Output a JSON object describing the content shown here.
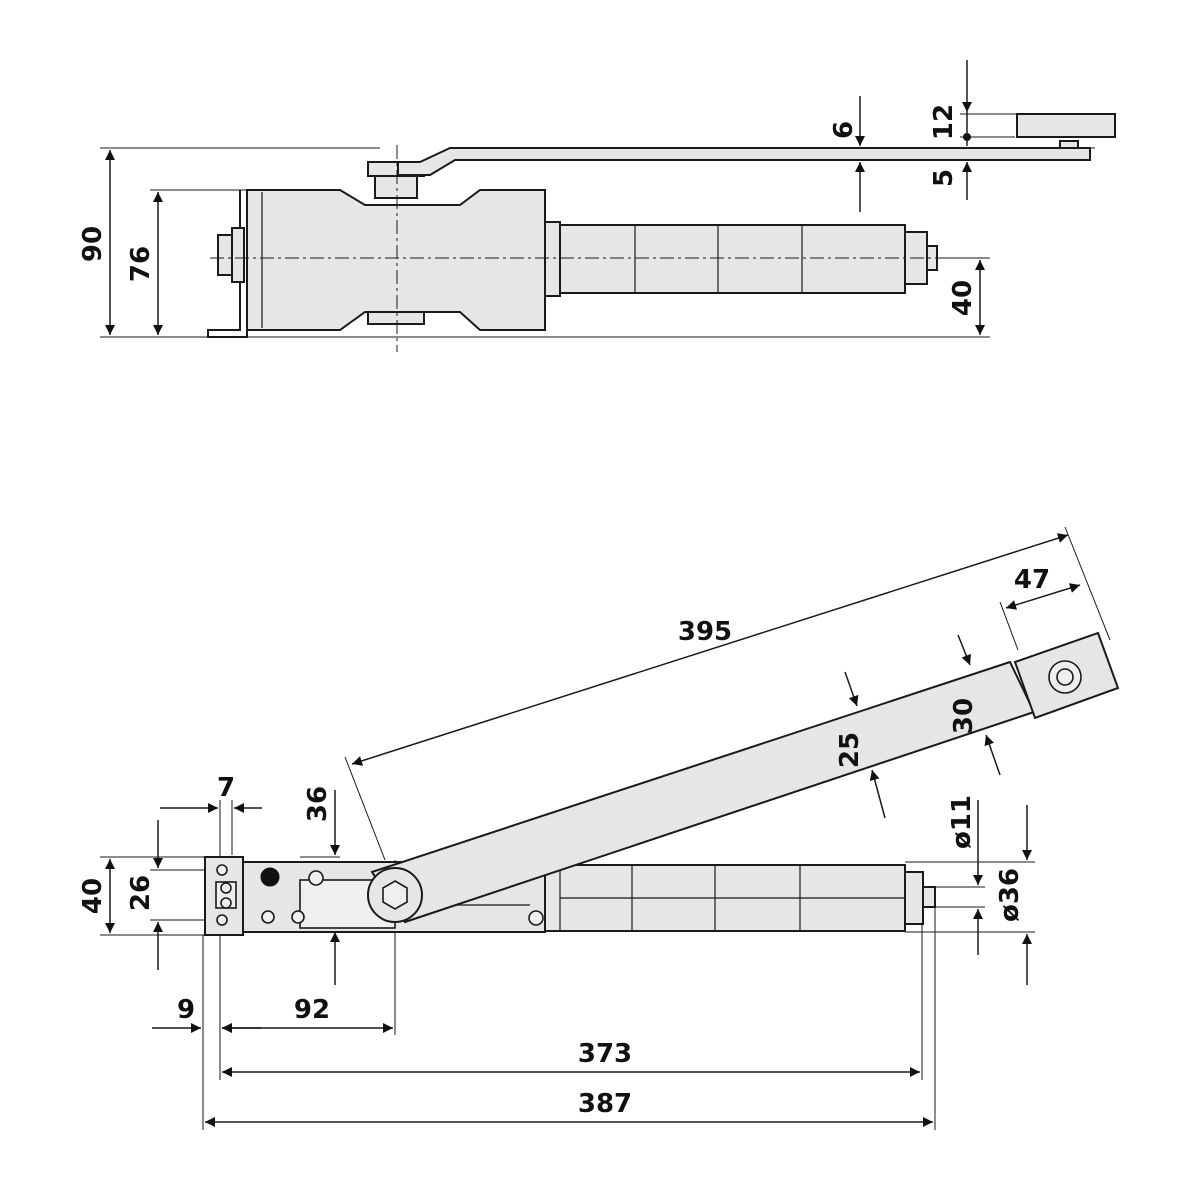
{
  "side_view": {
    "dims": {
      "d90": "90",
      "d76": "76",
      "d6": "6",
      "d12": "12",
      "d5": "5",
      "d40": "40"
    }
  },
  "top_view": {
    "dims": {
      "d395": "395",
      "d47": "47",
      "d30": "30",
      "d25": "25",
      "d7": "7",
      "d36": "36",
      "d40": "40",
      "d26": "26",
      "d11": "ø11",
      "d36dia": "ø36",
      "d9": "9",
      "d92": "92",
      "d373": "373",
      "d387": "387"
    }
  },
  "colors": {
    "line": "#1a1a1a",
    "body_fill": "#e6e6e6",
    "background": "#ffffff"
  }
}
